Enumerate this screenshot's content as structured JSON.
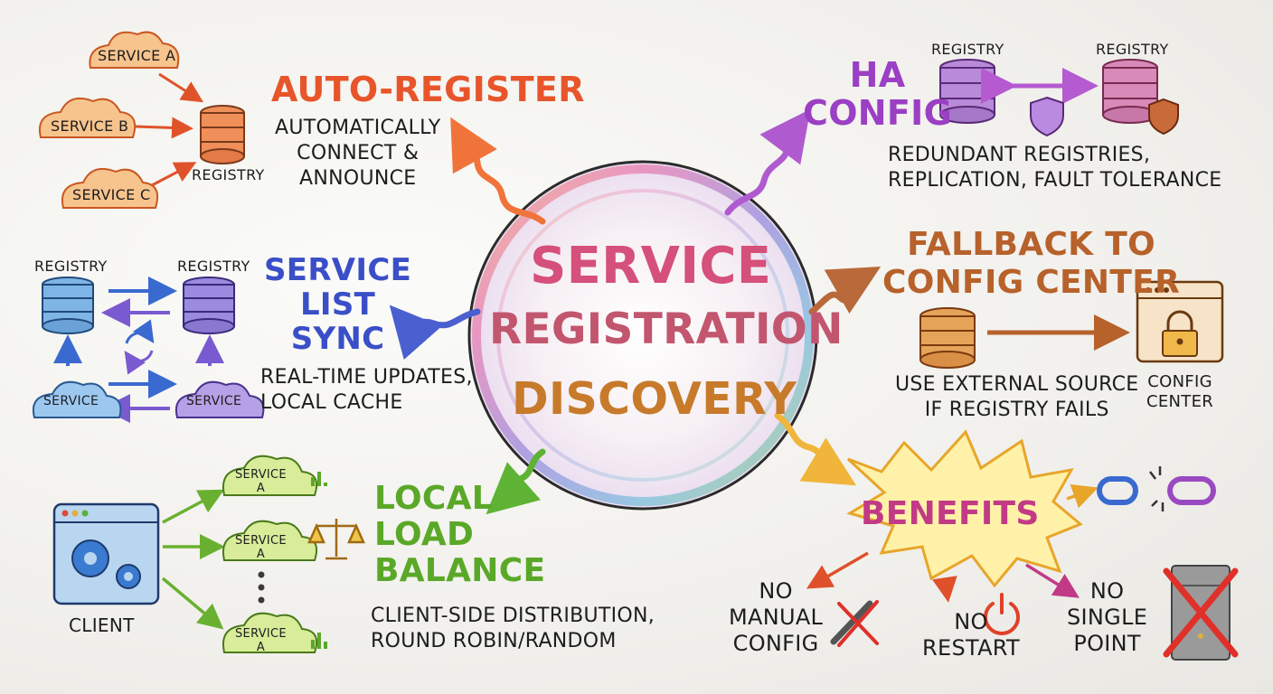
{
  "center": {
    "line1": "SERVICE",
    "line2": "REGISTRATION",
    "line3": "DISCOVERY"
  },
  "auto_register": {
    "title": "AUTO-REGISTER",
    "desc": "AUTOMATICALLY\nCONNECT &\nANNOUNCE",
    "service_a": "SERVICE A",
    "service_b": "SERVICE B",
    "service_c": "SERVICE C",
    "registry": "REGISTRY"
  },
  "ha_config": {
    "title": "HA\nCONFIG",
    "registry_left": "REGISTRY",
    "registry_right": "REGISTRY",
    "desc": "REDUNDANT REGISTRIES,\nREPLICATION, FAULT TOLERANCE"
  },
  "list_sync": {
    "title": "SERVICE\nLIST\nSYNC",
    "registry_left": "REGISTRY",
    "registry_right": "REGISTRY",
    "service_left": "SERVICE",
    "service_right": "SERVICE",
    "desc": "REAL-TIME UPDATES,\nLOCAL CACHE"
  },
  "fallback": {
    "title": "FALLBACK TO\nCONFIG CENTER",
    "desc": "USE EXTERNAL SOURCE\nIF REGISTRY FAILS",
    "config_center": "CONFIG\nCENTER"
  },
  "load_balance": {
    "title": "LOCAL\nLOAD\nBALANCE",
    "desc": "CLIENT-SIDE DISTRIBUTION,\nROUND ROBIN/RANDOM",
    "client": "CLIENT",
    "service_1": "SERVICE\nA",
    "service_2": "SERVICE\nA",
    "service_3": "SERVICE\nA"
  },
  "benefits": {
    "title": "BENEFITS",
    "no_manual": "NO\nMANUAL\nCONFIG",
    "no_restart": "NO\nRESTART",
    "no_single": "NO\nSINGLE\nPOINT"
  },
  "colors": {
    "auto_register": "#e8552a",
    "ha_config": "#9b3fc4",
    "list_sync": "#3a4fc7",
    "fallback": "#b7612b",
    "load_balance": "#5aa828",
    "benefits": "#c23a86"
  },
  "icons": [
    "cloud-icon",
    "database-icon",
    "shield-icon",
    "lock-icon",
    "gear-icon",
    "scales-icon",
    "bar-chart-icon",
    "wrench-icon",
    "power-icon",
    "server-icon",
    "broken-chain-icon",
    "browser-window-icon",
    "sync-icon"
  ]
}
